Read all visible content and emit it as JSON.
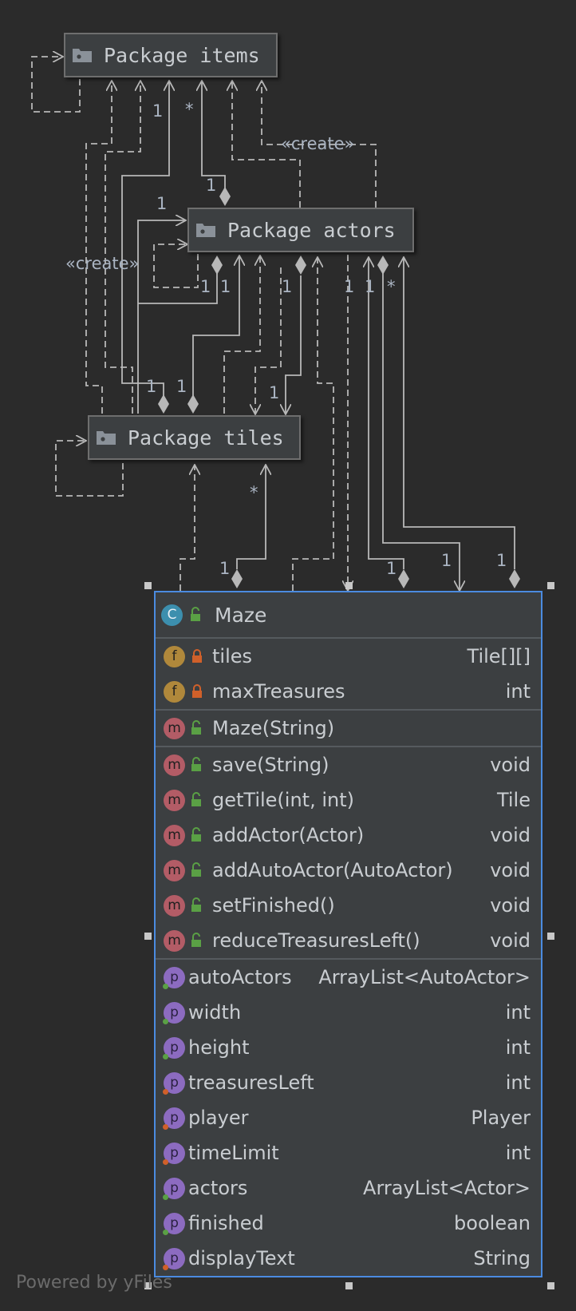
{
  "packages": {
    "items": "Package items",
    "actors": "Package actors",
    "tiles": "Package tiles"
  },
  "edge_labels": {
    "create_top": "«create»",
    "create_left": "«create»",
    "m_items_1": "1",
    "m_items_star": "*",
    "m_actors_top": "1",
    "m_actors_left": "1",
    "m_actors_b1": "1",
    "m_actors_b2": "1",
    "m_actors_b3": "1",
    "m_actors_b4": "1",
    "m_actors_b5": "1",
    "m_actors_star": "*",
    "m_tiles_1a": "1",
    "m_tiles_1b": "1",
    "m_tiles_1c": "1",
    "m_tiles_star": "*",
    "m_maze_1a": "1",
    "m_maze_1b": "1",
    "m_maze_1c": "1",
    "m_maze_1d": "1"
  },
  "maze": {
    "kind": "C",
    "name": "Maze",
    "fields": [
      {
        "name": "tiles",
        "type": "Tile[][]"
      },
      {
        "name": "maxTreasures",
        "type": "int"
      }
    ],
    "constructors": [
      {
        "name": "Maze(String)"
      }
    ],
    "methods": [
      {
        "name": "save(String)",
        "type": "void"
      },
      {
        "name": "getTile(int, int)",
        "type": "Tile"
      },
      {
        "name": "addActor(Actor)",
        "type": "void"
      },
      {
        "name": "addAutoActor(AutoActor)",
        "type": "void"
      },
      {
        "name": "setFinished()",
        "type": "void"
      },
      {
        "name": "reduceTreasuresLeft()",
        "type": "void"
      }
    ],
    "properties": [
      {
        "name": "autoActors",
        "type": "ArrayList<AutoActor>"
      },
      {
        "name": "width",
        "type": "int"
      },
      {
        "name": "height",
        "type": "int"
      },
      {
        "name": "treasuresLeft",
        "type": "int"
      },
      {
        "name": "player",
        "type": "Player"
      },
      {
        "name": "timeLimit",
        "type": "int"
      },
      {
        "name": "actors",
        "type": "ArrayList<Actor>"
      },
      {
        "name": "finished",
        "type": "boolean"
      },
      {
        "name": "displayText",
        "type": "String"
      }
    ],
    "icon_letters": {
      "field": "f",
      "method": "m",
      "property": "p"
    }
  },
  "footer": "Powered by yFiles",
  "colors": {
    "background": "#2b2b2b",
    "selection": "#4b8be0",
    "edge": "#b8b8b8",
    "public": "#5aa045",
    "private": "#d0602a"
  }
}
